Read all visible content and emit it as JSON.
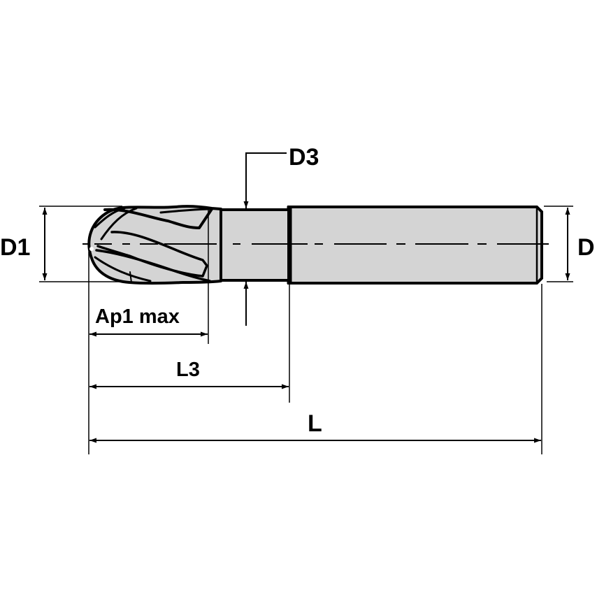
{
  "diagram": {
    "type": "technical-drawing",
    "subject": "ball-nose end mill",
    "colors": {
      "background": "#ffffff",
      "body_fill": "#d4d4d4",
      "line": "#000000"
    },
    "labels": {
      "d1": "D1",
      "d": "D",
      "d3": "D3",
      "ap1_max": "Ap1 max",
      "l3": "L3",
      "l": "L"
    }
  }
}
